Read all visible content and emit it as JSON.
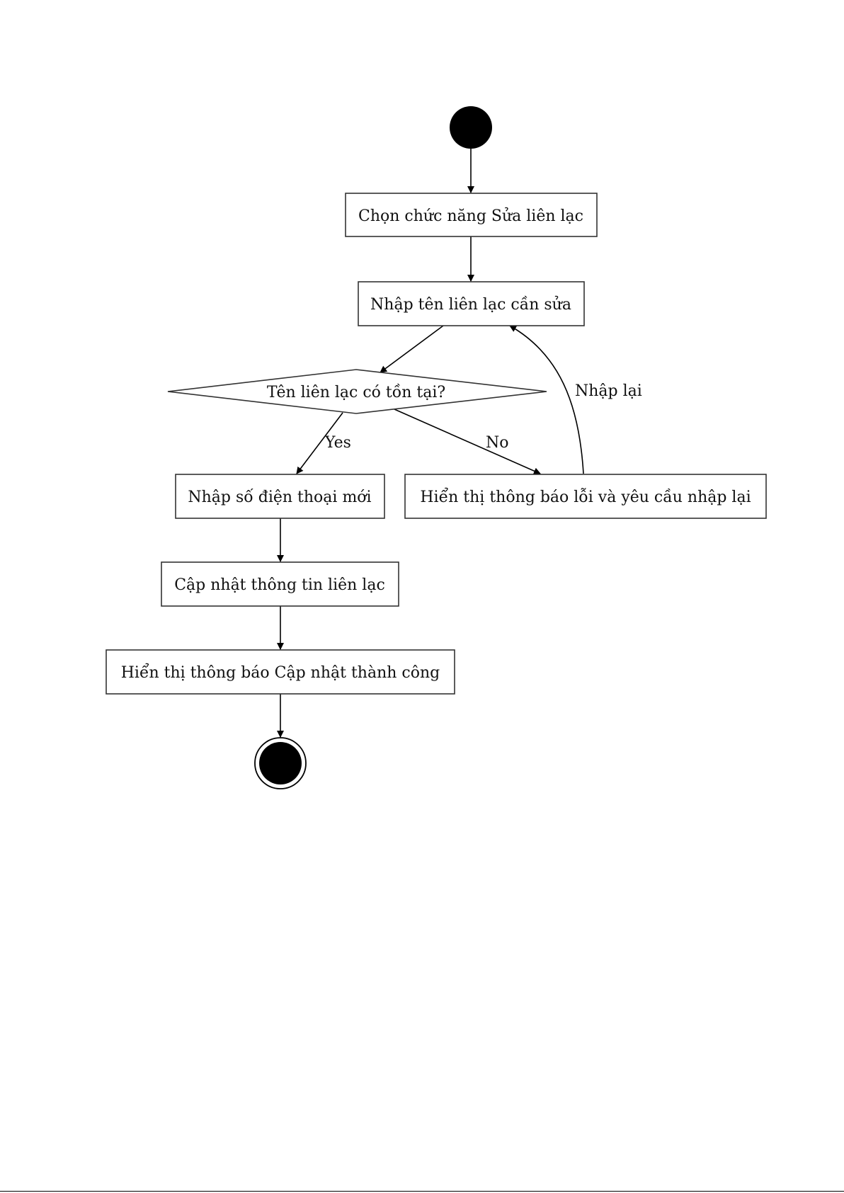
{
  "diagram": {
    "nodes": {
      "n1": "Chọn chức năng Sửa liên lạc",
      "n2": "Nhập tên liên lạc cần sửa",
      "decision": "Tên liên lạc có tồn tại?",
      "yes_branch": "Nhập số điện thoại mới",
      "no_branch": "Hiển thị thông báo lỗi và yêu cầu nhập lại",
      "update": "Cập nhật thông tin liên lạc",
      "success": "Hiển thị thông báo Cập nhật thành công"
    },
    "edge_labels": {
      "yes": "Yes",
      "no": "No",
      "retry": "Nhập lại"
    }
  }
}
